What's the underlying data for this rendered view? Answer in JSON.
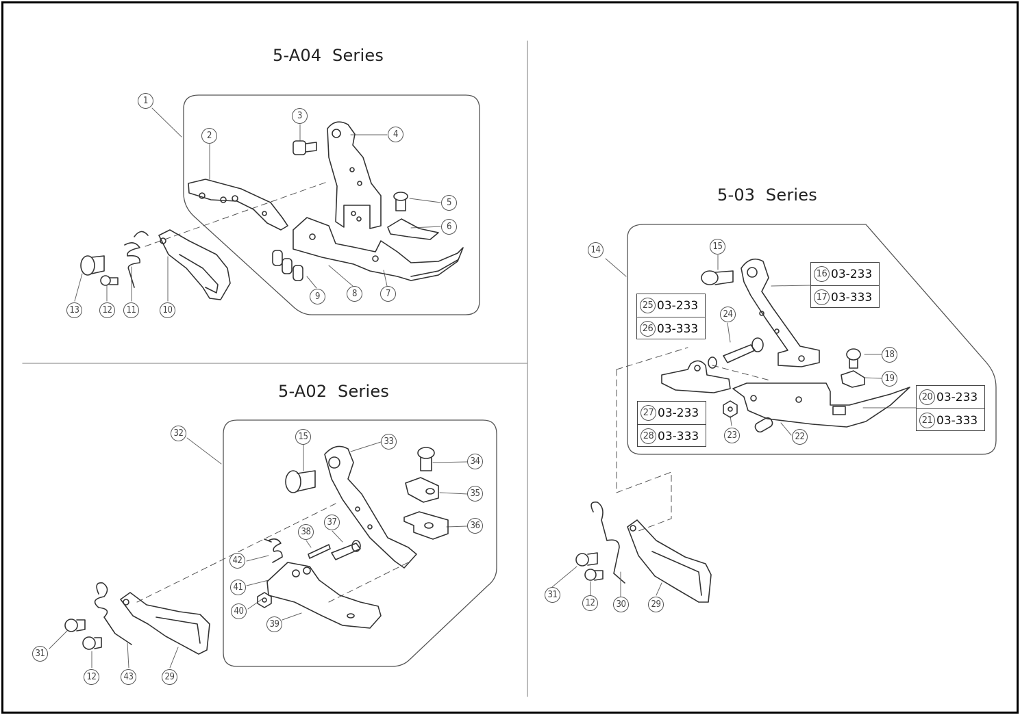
{
  "diagram": {
    "sections": {
      "a04": {
        "title": "5-A04  Series"
      },
      "a02": {
        "title": "5-A02  Series"
      },
      "s03": {
        "title": "5-03  Series"
      }
    },
    "callouts": {
      "a04": [
        "1",
        "2",
        "3",
        "4",
        "5",
        "6",
        "7",
        "8",
        "9",
        "10",
        "11",
        "12",
        "13"
      ],
      "a02": [
        "15",
        "29",
        "31",
        "32",
        "33",
        "34",
        "35",
        "36",
        "37",
        "38",
        "39",
        "40",
        "41",
        "42",
        "43",
        "12"
      ],
      "s03": [
        "14",
        "15",
        "18",
        "19",
        "22",
        "23",
        "24",
        "29",
        "30",
        "31",
        "12"
      ]
    },
    "variant_boxes": [
      {
        "rows": [
          {
            "num": "16",
            "code": "03-233"
          },
          {
            "num": "17",
            "code": "03-333"
          }
        ]
      },
      {
        "rows": [
          {
            "num": "25",
            "code": "03-233"
          },
          {
            "num": "26",
            "code": "03-333"
          }
        ]
      },
      {
        "rows": [
          {
            "num": "27",
            "code": "03-233"
          },
          {
            "num": "28",
            "code": "03-333"
          }
        ]
      },
      {
        "rows": [
          {
            "num": "20",
            "code": "03-233"
          },
          {
            "num": "21",
            "code": "03-333"
          }
        ]
      }
    ]
  }
}
